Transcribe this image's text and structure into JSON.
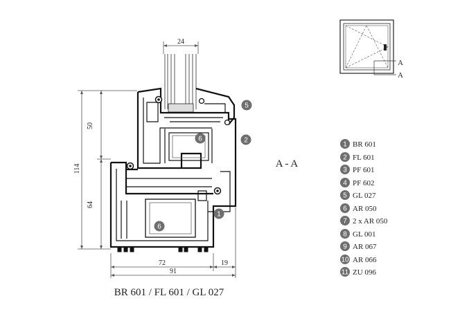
{
  "section_label": "A - A",
  "caption": "BR 601 / FL 601 / GL 027",
  "view_marks": [
    "A",
    "A"
  ],
  "dimensions": {
    "top_width": "24",
    "height_upper": "50",
    "height_total": "114",
    "height_lower": "64",
    "width_main": "72",
    "width_side": "19",
    "width_total": "91"
  },
  "callouts": [
    "5",
    "2",
    "6",
    "6",
    "1"
  ],
  "legend": [
    {
      "num": "1",
      "label": "BR 601"
    },
    {
      "num": "2",
      "label": "FL 601"
    },
    {
      "num": "3",
      "label": "PF 601"
    },
    {
      "num": "4",
      "label": "PF 602"
    },
    {
      "num": "5",
      "label": "GL 027"
    },
    {
      "num": "6",
      "label": "AR 050"
    },
    {
      "num": "7",
      "label": "2 x AR 050"
    },
    {
      "num": "8",
      "label": "GL 001"
    },
    {
      "num": "9",
      "label": "AR 067"
    },
    {
      "num": "10",
      "label": "AR 066"
    },
    {
      "num": "11",
      "label": "ZU 096"
    }
  ],
  "colors": {
    "badge": "#6e6e6e",
    "line": "#111111"
  }
}
